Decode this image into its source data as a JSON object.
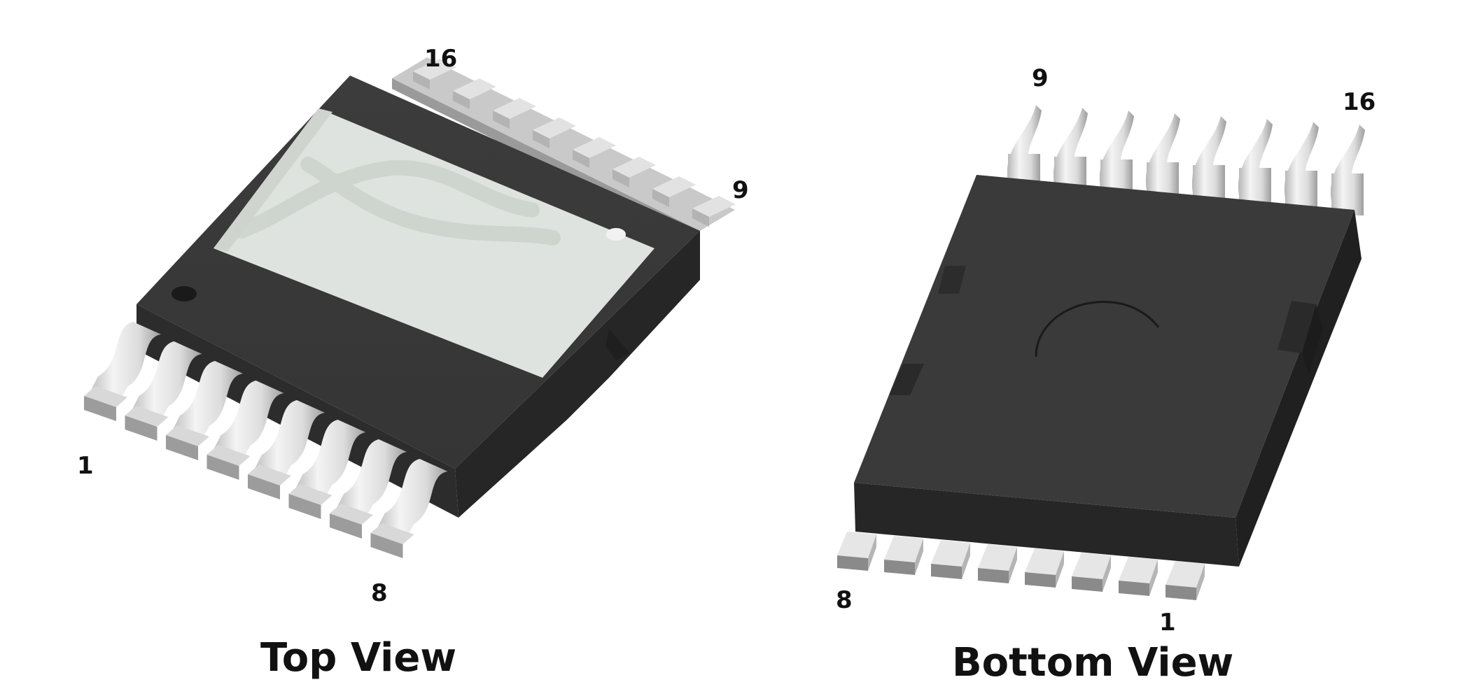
{
  "top_view": {
    "caption": "Top View",
    "pin_labels": {
      "first": "1",
      "eighth": "8",
      "ninth": "9",
      "last": "16"
    }
  },
  "bottom_view": {
    "caption": "Bottom View",
    "pin_labels": {
      "first": "1",
      "eighth": "8",
      "ninth": "9",
      "last": "16"
    }
  },
  "colors": {
    "body": "#3a3a3a",
    "body_dark": "#262626",
    "body_side": "#2e2e2e",
    "marking_pad": "#dfe3df",
    "lead": "#e8e8e8",
    "lead_shadow": "#8e8e8e",
    "label": "#111111"
  }
}
